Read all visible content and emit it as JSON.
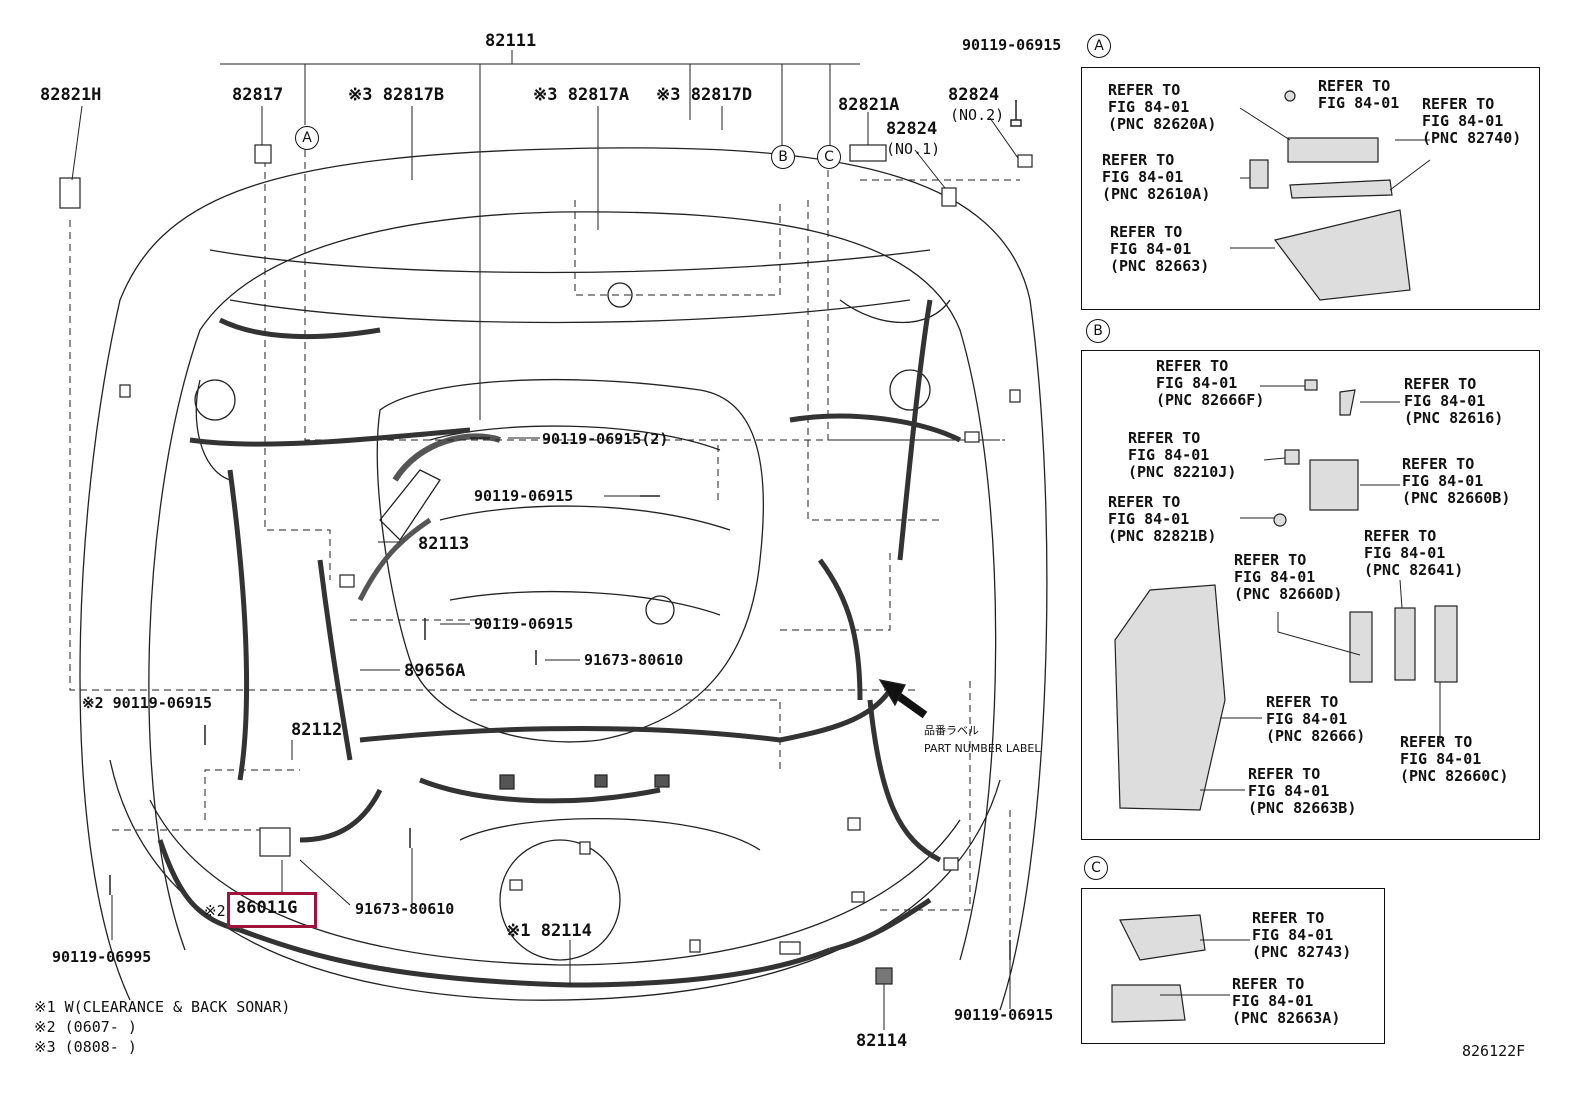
{
  "diagram": {
    "drawing_id": "826122F",
    "highlight": "86011G",
    "part_labels": [
      {
        "id": "p-82111",
        "text": "82111"
      },
      {
        "id": "p-82821h",
        "text": "82821H"
      },
      {
        "id": "p-82817",
        "text": "82817"
      },
      {
        "id": "p-82817b",
        "text": "※3 82817B"
      },
      {
        "id": "p-82817a",
        "text": "※3 82817A"
      },
      {
        "id": "p-82817d",
        "text": "※3 82817D"
      },
      {
        "id": "p-82821a",
        "text": "82821A"
      },
      {
        "id": "p-82824-no1",
        "text": "82824"
      },
      {
        "id": "p-no1",
        "text": "(NO.1)"
      },
      {
        "id": "p-82824-no2",
        "text": "82824"
      },
      {
        "id": "p-no2",
        "text": "(NO.2)"
      },
      {
        "id": "p-90119-top",
        "text": "90119-06915"
      },
      {
        "id": "p-90119-2",
        "text": "90119-06915(2)"
      },
      {
        "id": "p-90119-mid",
        "text": "90119-06915"
      },
      {
        "id": "p-82113",
        "text": "82113"
      },
      {
        "id": "p-90119-low",
        "text": "90119-06915"
      },
      {
        "id": "p-91673-a",
        "text": "91673-80610"
      },
      {
        "id": "p-89656a",
        "text": "89656A"
      },
      {
        "id": "p-90119-note2",
        "text": "※2 90119-06915"
      },
      {
        "id": "p-82112",
        "text": "82112"
      },
      {
        "id": "p-91673-b",
        "text": "91673-80610"
      },
      {
        "id": "p-x86011g",
        "text": "※2"
      },
      {
        "id": "p-82114-a",
        "text": "※1 82114"
      },
      {
        "id": "p-90119-06995",
        "text": "90119-06995"
      },
      {
        "id": "p-90119-br",
        "text": "90119-06915"
      },
      {
        "id": "p-82114-b",
        "text": "82114"
      }
    ],
    "label_jp": "品番ラベル",
    "label_en": "PART NUMBER LABEL",
    "notes": [
      "※1 W(CLEARANCE & BACK SONAR)",
      "※2 (0607-      )",
      "※3 (0808-      )"
    ],
    "callouts": [
      "A",
      "B",
      "C"
    ],
    "panels": {
      "A": [
        "REFER TO\nFIG 84-01\n(PNC 82620A)",
        "REFER TO\nFIG 84-01",
        "REFER TO\nFIG 84-01\n(PNC 82740)",
        "REFER TO\nFIG 84-01\n(PNC 82610A)",
        "REFER TO\nFIG 84-01\n(PNC 82663)"
      ],
      "B": [
        "REFER TO\nFIG 84-01\n(PNC 82666F)",
        "REFER TO\nFIG 84-01\n(PNC 82616)",
        "REFER TO\nFIG 84-01\n(PNC 82210J)",
        "REFER TO\nFIG 84-01\n(PNC 82660B)",
        "REFER TO\nFIG 84-01\n(PNC 82821B)",
        "REFER TO\nFIG 84-01\n(PNC 82641)",
        "REFER TO\nFIG 84-01\n(PNC 82660D)",
        "REFER TO\nFIG 84-01\n(PNC 82666)",
        "REFER TO\nFIG 84-01\n(PNC 82660C)",
        "REFER TO\nFIG 84-01\n(PNC 82663B)"
      ],
      "C": [
        "REFER TO\nFIG 84-01\n(PNC 82743)",
        "REFER TO\nFIG 84-01\n(PNC 82663A)"
      ]
    }
  }
}
